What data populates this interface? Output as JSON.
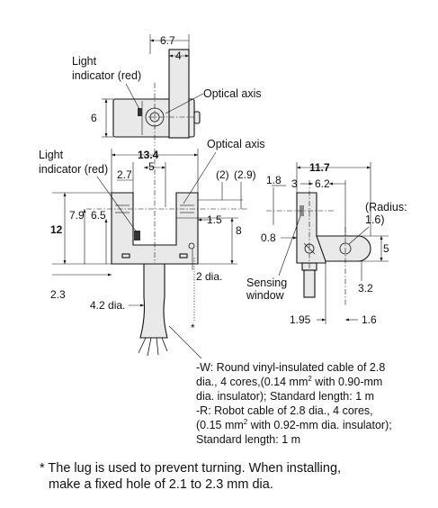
{
  "top_view": {
    "dim_width": "6.7",
    "dim_slot": "4",
    "dim_height": "6",
    "light_indicator_line1": "Light",
    "light_indicator_line2": "indicator (red)",
    "optical_axis": "Optical axis"
  },
  "front_view": {
    "light_indicator_line1": "Light",
    "light_indicator_line2": "indicator (red)",
    "optical_axis": "Optical axis",
    "dim_width": "13.4",
    "dim_2_7": "2.7",
    "dim_5": "5",
    "dim_12": "12",
    "dim_7_9": "7.9",
    "dim_6_5": "6.5",
    "dim_2": "(2)",
    "dim_2_9": "(2.9)",
    "dim_1_5": "1.5",
    "dim_8": "8",
    "dim_2dia": "2 dia.",
    "dim_2_3": "2.3",
    "dim_4_2dia": "4.2 dia.",
    "asterisk": "*"
  },
  "side_view": {
    "dim_11_7": "11.7",
    "dim_1_8": "1.8",
    "dim_3": "3",
    "dim_6_2": "6.2",
    "radius_line1": "(Radius:",
    "radius_line2": "1.6)",
    "dim_0_8": "0.8",
    "dim_5": "5",
    "dim_3_2": "3.2",
    "sensing_line1": "Sensing",
    "sensing_line2": "window",
    "dim_1_95": "1.95",
    "dim_1_6": "1.6"
  },
  "cable_note": {
    "w_line1": "-W: Round vinyl-insulated cable of 2.8",
    "w_line2a": "dia., 4 cores,(0.14 mm",
    "w_line2_sup": "2",
    "w_line2b": " with 0.90-mm",
    "w_line3": "dia. insulator); Standard length: 1 m",
    "r_line1": "-R: Robot cable of 2.8 dia., 4 cores,",
    "r_line2a": "(0.15 mm",
    "r_line2_sup": "2",
    "r_line2b": " with 0.92-mm dia. insulator);",
    "r_line3": "Standard length: 1 m"
  },
  "footnote": {
    "line1": "* The lug is used to prevent turning. When installing,",
    "line2": "make a fixed hole of 2.1 to 2.3 mm dia."
  }
}
